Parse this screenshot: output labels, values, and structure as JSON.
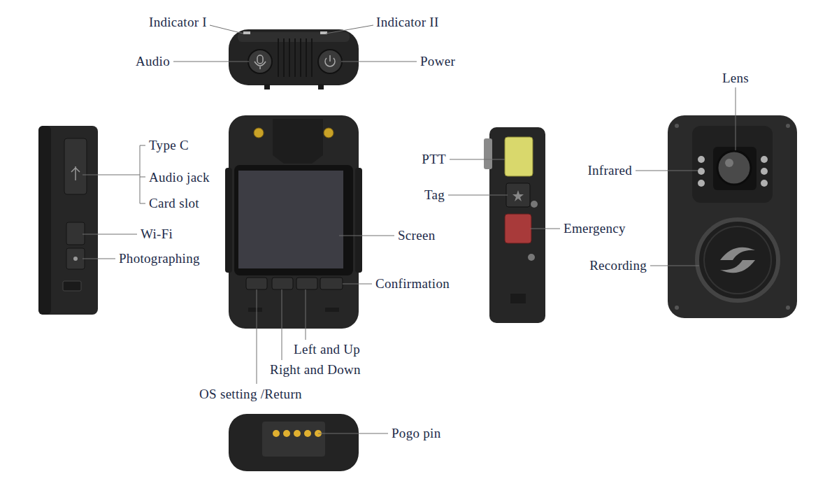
{
  "diagram": {
    "labels": [
      "Indicator I",
      "Indicator II",
      "Audio",
      "Power",
      "Type C",
      "Audio jack",
      "Card slot",
      "Wi-Fi",
      "Photographing",
      "Screen",
      "Confirmation",
      "Left and Up",
      "Right and Down",
      "OS setting /Return",
      "PTT",
      "Tag",
      "Emergency",
      "Lens",
      "Infrared",
      "Recording",
      "Pogo pin"
    ]
  }
}
